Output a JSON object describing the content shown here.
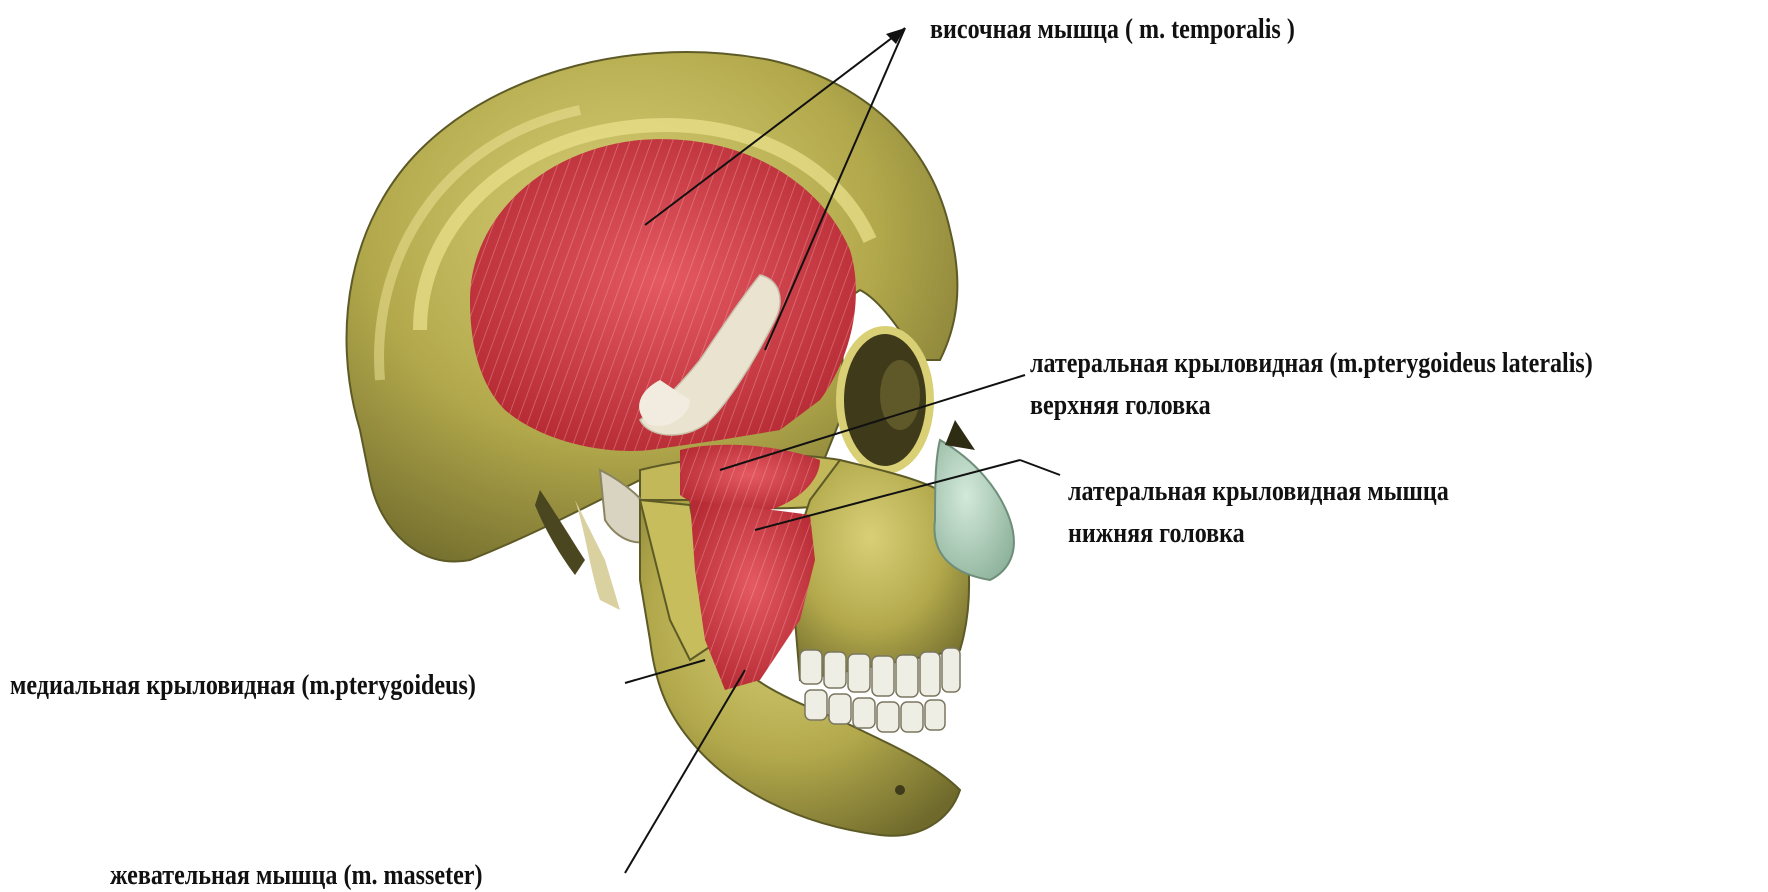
{
  "diagram": {
    "labels": {
      "temporalis": "височная мышца ( m. temporalis )",
      "lateral_upper_line1": "латеральная крыловидная (m.pterygoideus lateralis)",
      "lateral_upper_line2": "верхняя головка",
      "lateral_lower_line1": "латеральная крыловидная мышца",
      "lateral_lower_line2": "нижняя головка",
      "medial": "медиальная крыловидная (m.pterygoideus)",
      "masseter": "жевательная мышца (m. masseter)"
    },
    "colors": {
      "bone": "#b7ad4e",
      "bone_shadow": "#6f6a2c",
      "bone_light": "#e3da8a",
      "muscle": "#c9333c",
      "muscle_light": "#e0646a",
      "tendon": "#e8e2cf",
      "cartilage": "#b9d6c4",
      "leader_line": "#111111"
    }
  }
}
